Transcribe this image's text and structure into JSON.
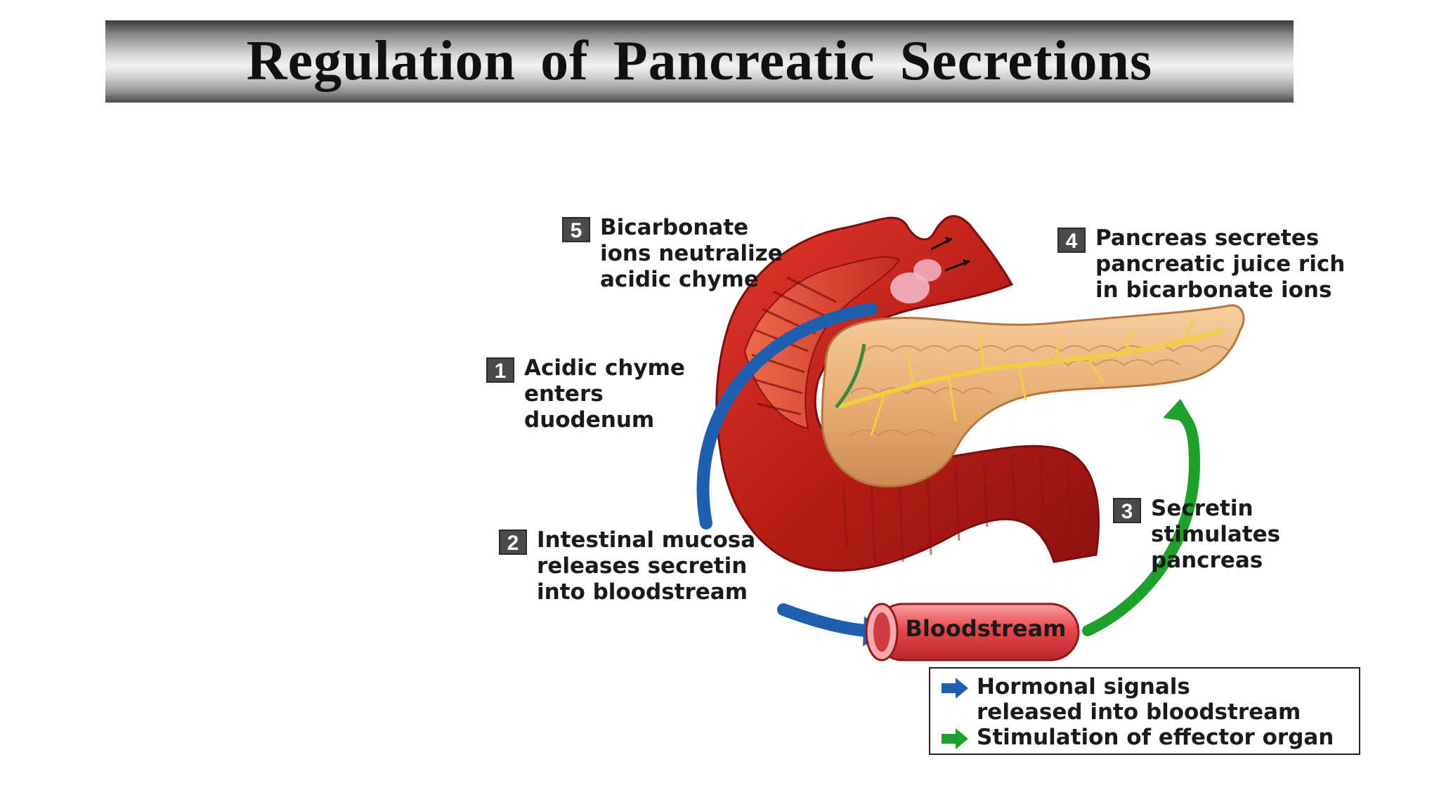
{
  "title": "Regulation of Pancreatic Secretions",
  "steps": [
    {
      "num": "1",
      "text": "Acidic chyme\nenters\nduodenum"
    },
    {
      "num": "2",
      "text": "Intestinal mucosa\nreleases secretin\ninto bloodstream"
    },
    {
      "num": "3",
      "text": "Secretin\nstimulates\npancreas"
    },
    {
      "num": "4",
      "text": "Pancreas secretes\npancreatic juice rich\nin bicarbonate ions"
    },
    {
      "num": "5",
      "text": "Bicarbonate\nions neutralize\nacidic chyme"
    }
  ],
  "bloodstream_label": "Bloodstream",
  "legend": {
    "hormonal": "Hormonal signals\nreleased into bloodstream",
    "stimulation": "Stimulation of effector organ"
  },
  "colors": {
    "hormonal_arrow": "#1f5fb0",
    "stimulation_arrow": "#1fa02a",
    "duodenum": "#c0221b",
    "pancreas": "#e8b07a",
    "bloodstream": "#e8474c"
  },
  "icons": {
    "hormonal_arrow": "blue-arrow-icon",
    "stimulation_arrow": "green-arrow-icon"
  }
}
